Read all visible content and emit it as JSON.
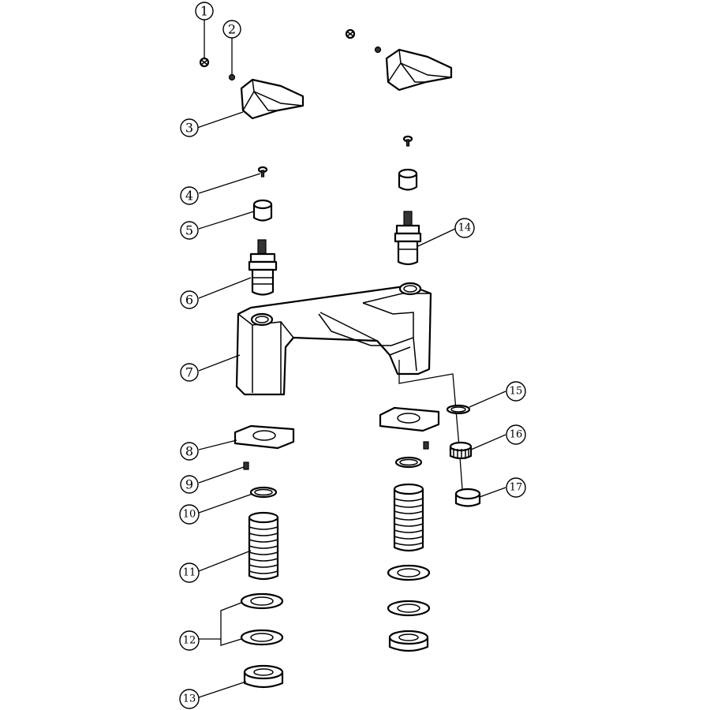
{
  "callouts": [
    {
      "id": "c1",
      "label": "1"
    },
    {
      "id": "c2",
      "label": "2"
    },
    {
      "id": "c3",
      "label": "3"
    },
    {
      "id": "c4",
      "label": "4"
    },
    {
      "id": "c5",
      "label": "5"
    },
    {
      "id": "c6",
      "label": "6"
    },
    {
      "id": "c7",
      "label": "7"
    },
    {
      "id": "c8",
      "label": "8"
    },
    {
      "id": "c9",
      "label": "9"
    },
    {
      "id": "c10",
      "label": "10"
    },
    {
      "id": "c11",
      "label": "11"
    },
    {
      "id": "c12",
      "label": "12"
    },
    {
      "id": "c13",
      "label": "13"
    },
    {
      "id": "c14",
      "label": "14"
    },
    {
      "id": "c15",
      "label": "15"
    },
    {
      "id": "c16",
      "label": "16"
    },
    {
      "id": "c17",
      "label": "17"
    }
  ]
}
